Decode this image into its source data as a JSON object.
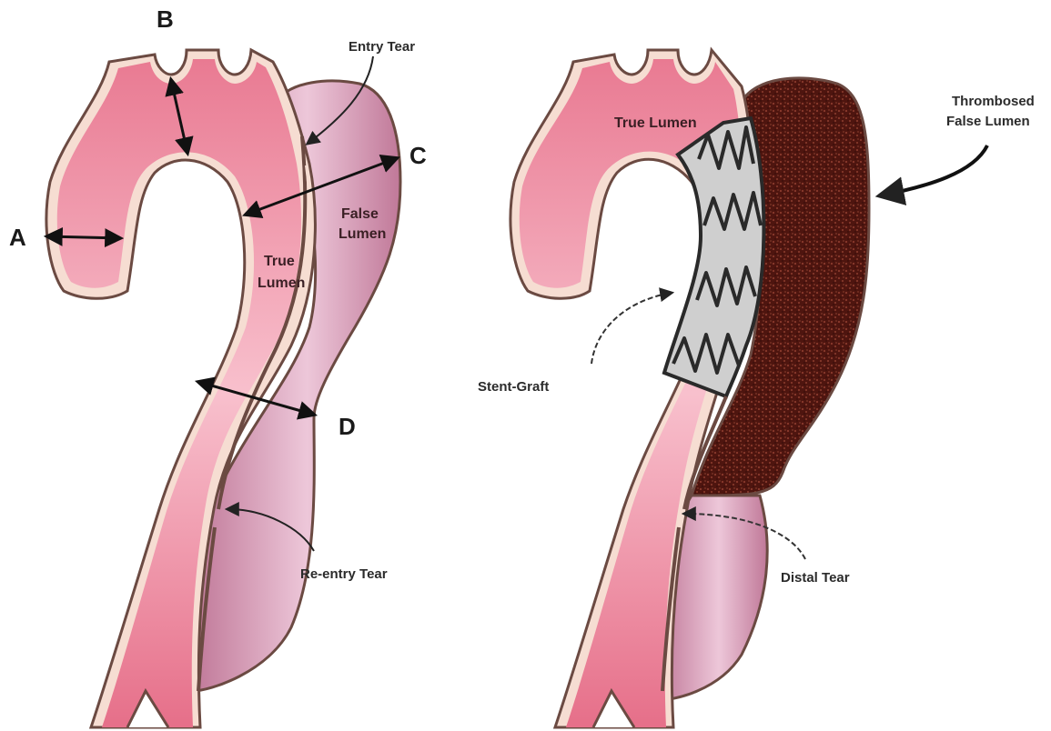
{
  "colors": {
    "wall": "#f6ddd2",
    "wall_stroke": "#6b4a42",
    "true_lumen": "#e8768d",
    "true_lumen_light": "#f7b8c6",
    "false_lumen": "#c98aa6",
    "false_lumen_light": "#e8bfd3",
    "thrombus": "#5a1a12",
    "stent": "#cfcfcf",
    "stent_wire": "#2a2a2a"
  },
  "left_panel": {
    "labels": {
      "A": "A",
      "B": "B",
      "C": "C",
      "D": "D",
      "entry_tear": "Entry Tear",
      "false_lumen_1": "False",
      "false_lumen_2": "Lumen",
      "true_lumen_1": "True",
      "true_lumen_2": "Lumen",
      "reentry_tear": "Re-entry Tear"
    }
  },
  "right_panel": {
    "labels": {
      "true_lumen": "True Lumen",
      "thrombosed_1": "Thrombosed",
      "thrombosed_2": "False Lumen",
      "stent_graft": "Stent-Graft",
      "distal_tear": "Distal Tear"
    }
  }
}
